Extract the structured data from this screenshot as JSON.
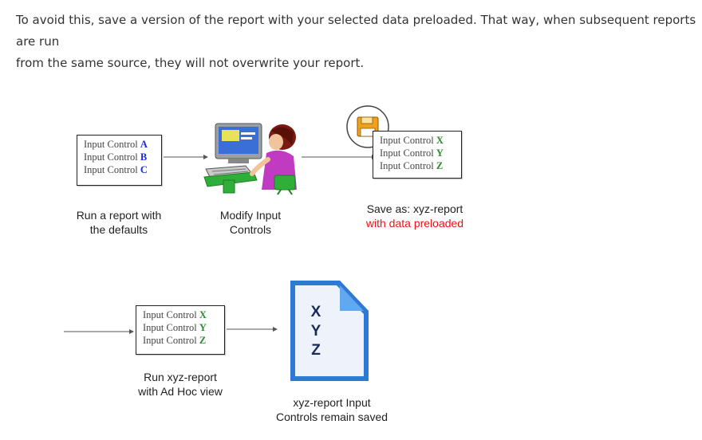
{
  "intro": {
    "line1": "To avoid this, save a version of the report with your selected data preloaded. That way, when subsequent reports are run",
    "line2": "from the same source, they will not overwrite your report."
  },
  "colors": {
    "letter_blue": "#1a2bd8",
    "letter_green": "#2e8a2e",
    "caption_red": "#ee1111",
    "doc_blue": "#2f78d6"
  },
  "boxes": {
    "box1": {
      "label": "Input Control",
      "items": [
        "A",
        "B",
        "C"
      ],
      "letter_color": "blue"
    },
    "box2": {
      "label": "Input Control",
      "items": [
        "X",
        "Y",
        "Z"
      ],
      "letter_color": "green"
    },
    "box3": {
      "label": "Input Control",
      "items": [
        "X",
        "Y",
        "Z"
      ],
      "letter_color": "green"
    }
  },
  "captions": {
    "run_defaults": {
      "line1": "Run a report with",
      "line2": "the defaults"
    },
    "modify": {
      "line1": "Modify Input",
      "line2": "Controls"
    },
    "save": {
      "line1": "Save as: xyz-report",
      "line2": "with data preloaded"
    },
    "run_xyz": {
      "line1": "Run xyz-report",
      "line2": "with Ad Hoc view"
    },
    "remain": {
      "line1": "xyz-report Input",
      "line2": "Controls remain saved"
    }
  },
  "document": {
    "letters": [
      "X",
      "Y",
      "Z"
    ]
  },
  "icons": {
    "user": "user-at-computer-icon",
    "save": "floppy-disk-save-icon",
    "document": "document-xyz-icon"
  }
}
